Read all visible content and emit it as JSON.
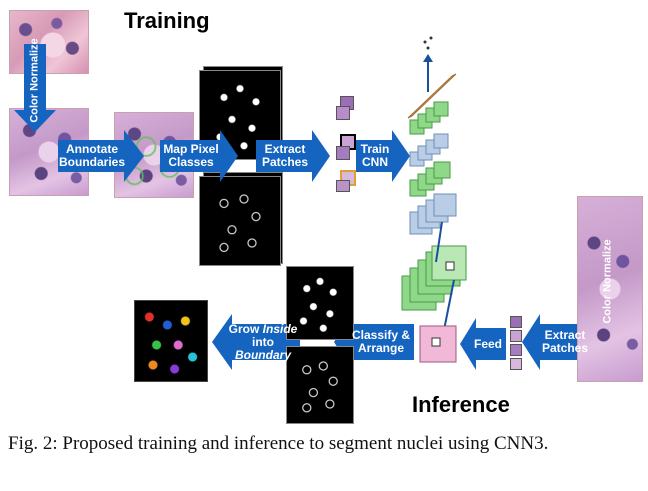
{
  "headings": {
    "training": "Training",
    "inference": "Inference"
  },
  "labels": {
    "color_normalize_train": "Color Normalize",
    "annotate": "Annotate Boundaries",
    "map_pixel": "Map Pixel Classes",
    "extract_train": "Extract Patches",
    "train_cnn": "Train CNN",
    "color_normalize_inf": "Color Normalize",
    "extract_inf": "Extract Patches",
    "feed": "Feed",
    "classify": "Classify & Arrange",
    "grow_prefix": "Grow ",
    "grow_inside": "Inside",
    "grow_into": "into ",
    "grow_boundary": "Boundary"
  },
  "caption": "Fig. 2: Proposed training and inference to segment nuclei using CNN3.",
  "colors": {
    "arrow_blue": "#1565c0",
    "layer_green": "#8fd88a",
    "layer_blue": "#b9cde6",
    "feed_pink": "#f2b8d8"
  }
}
